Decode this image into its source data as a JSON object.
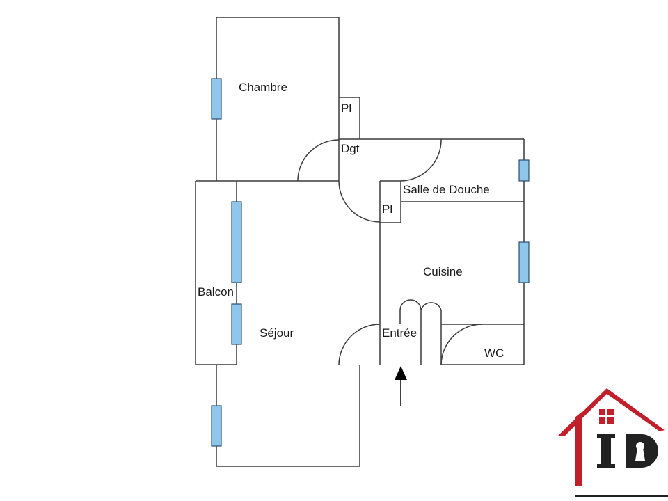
{
  "rooms": {
    "chambre": "Chambre",
    "placard_1": "Pl",
    "degagement": "Dgt",
    "salle_de_douche": "Salle de Douche",
    "placard_2": "Pl",
    "cuisine": "Cuisine",
    "balcon": "Balcon",
    "sejour": "Séjour",
    "entree": "Entrée",
    "wc": "WC"
  },
  "logo": {
    "text": "ID",
    "roof_color": "#c21f2c",
    "text_color": "#222222"
  },
  "colors": {
    "window_fill": "#8ec6ec",
    "wall": "#3a3a3a"
  }
}
